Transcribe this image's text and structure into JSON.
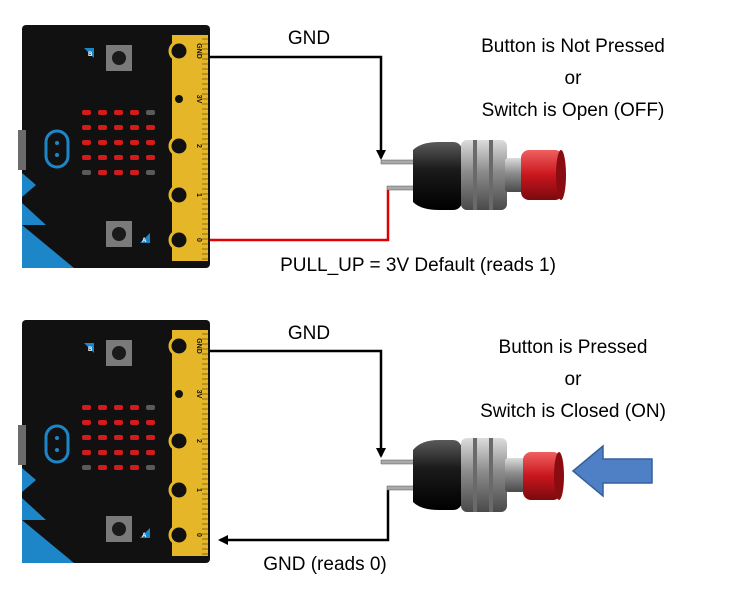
{
  "colors": {
    "board": "#111111",
    "edge_gold": "#e5b627",
    "led_red": "#d31b1b",
    "led_off": "#5a5a5a",
    "logo_blue": "#1d86c8",
    "gnd_wire": "#000000",
    "pullup_wire": "#e00000",
    "arrow_fill": "#4f7fc4",
    "arrow_stroke": "#35609e",
    "button_cap": "#c9161d",
    "button_body": "#1a1a1a",
    "button_metal": "#9a9a9a"
  },
  "top_diagram": {
    "state": "not pressed",
    "board": {
      "edge_pins": [
        "GND",
        "3V",
        "2",
        "1",
        "0"
      ],
      "button_a_label": "A",
      "button_b_label": "B",
      "led_grid_icon": "heart-led-pattern"
    },
    "wire_gnd_label": "GND",
    "wire_pin0_label": "PULL_UP = 3V Default (reads 1)",
    "caption_line1": "Button is Not Pressed",
    "caption_line2": "or",
    "caption_line3": "Switch is Open (OFF)"
  },
  "bottom_diagram": {
    "state": "pressed",
    "board": {
      "edge_pins": [
        "GND",
        "3V",
        "2",
        "1",
        "0"
      ],
      "button_a_label": "A",
      "button_b_label": "B",
      "led_grid_icon": "heart-led-pattern"
    },
    "wire_gnd_label": "GND",
    "wire_pin0_label": "GND (reads 0)",
    "caption_line1": "Button is Pressed",
    "caption_line2": "or",
    "caption_line3": "Switch is Closed (ON)",
    "press_arrow_icon": "left-arrow-icon"
  }
}
